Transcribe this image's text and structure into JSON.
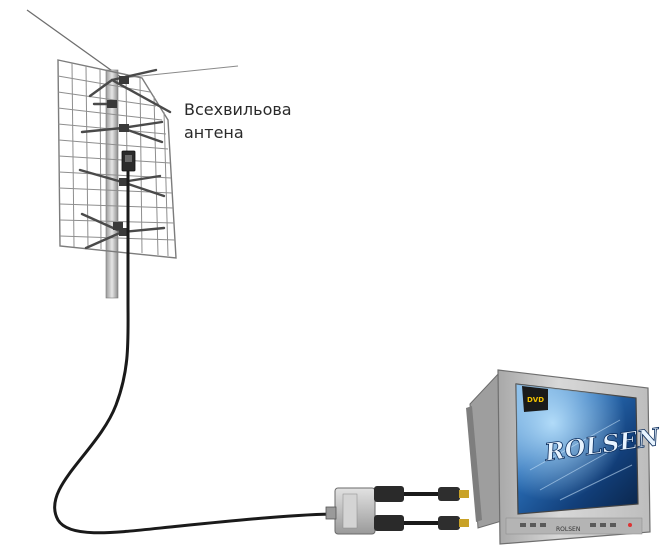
{
  "diagram": {
    "antenna_label": {
      "line1": "Всехвильова",
      "line2": "антена"
    },
    "tv": {
      "screen_logo": "ROLSEN",
      "badge_text": "DVD",
      "brand": "ROLSEN"
    },
    "colors": {
      "cable": "#1a1a1a",
      "antenna_metal": "#8a8a8a",
      "tv_body": "#c9c9c9",
      "tv_screen": "#1a4d8c",
      "splitter": "#b8b8b8"
    }
  }
}
